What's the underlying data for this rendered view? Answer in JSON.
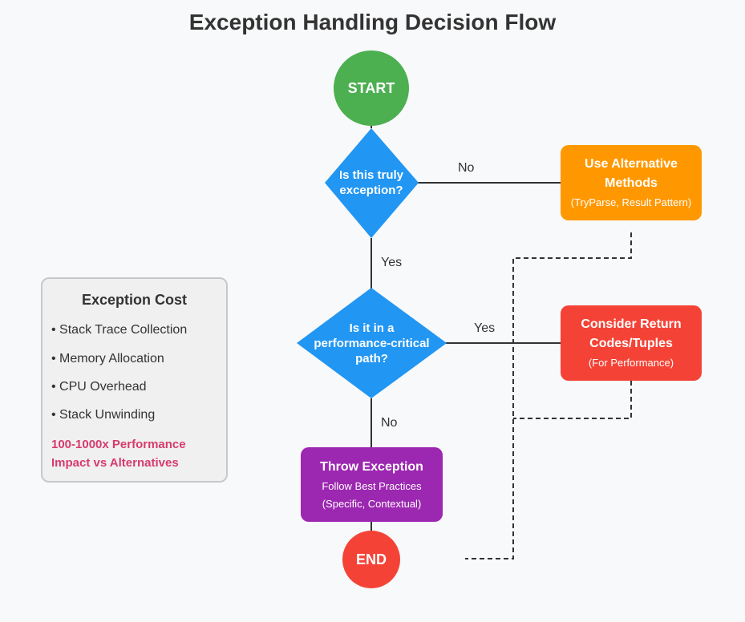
{
  "title": "Exception Handling Decision Flow",
  "nodes": {
    "start": {
      "label": "START"
    },
    "decision1": {
      "line1": "Is this truly",
      "line2": "exception?"
    },
    "alternative": {
      "line1": "Use Alternative",
      "line2": "Methods",
      "sub": "(TryParse, Result Pattern)"
    },
    "decision2": {
      "line1": "Is it in a",
      "line2": "performance-critical",
      "line3": "path?"
    },
    "return_codes": {
      "line1": "Consider Return",
      "line2": "Codes/Tuples",
      "sub": "(For Performance)"
    },
    "throw": {
      "title": "Throw Exception",
      "sub1": "Follow Best Practices",
      "sub2": "(Specific, Contextual)"
    },
    "end": {
      "label": "END"
    }
  },
  "edges": {
    "d1_no": "No",
    "d1_yes": "Yes",
    "d2_yes": "Yes",
    "d2_no": "No"
  },
  "cost_panel": {
    "title": "Exception Cost",
    "items": [
      "• Stack Trace Collection",
      "• Memory Allocation",
      "• CPU Overhead",
      "• Stack Unwinding"
    ],
    "note_line1": "100-1000x Performance",
    "note_line2": "Impact vs Alternatives"
  },
  "colors": {
    "start": "#4caf50",
    "decision": "#2196f3",
    "alternative": "#ff9800",
    "return_codes": "#f44336",
    "throw": "#9c27b0",
    "end": "#f44336",
    "note": "#d63b6d"
  }
}
